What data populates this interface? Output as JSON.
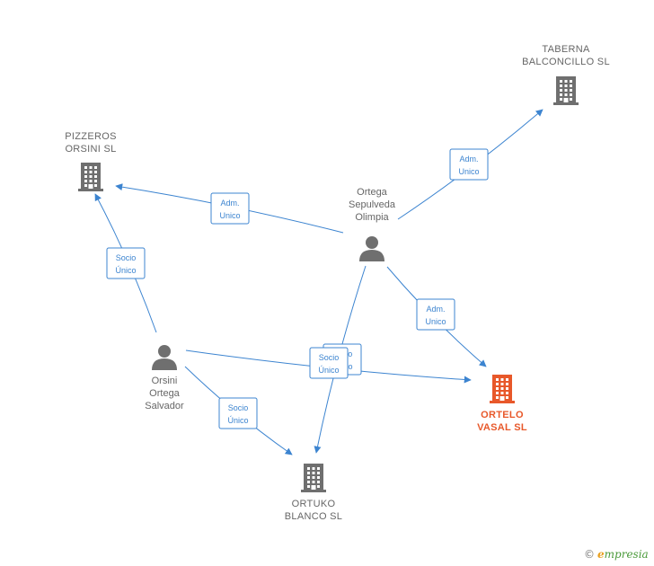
{
  "colors": {
    "edge": "#3c84d0",
    "company": "#6f6f6f",
    "highlight": "#e8582a",
    "person": "#6f6f6f"
  },
  "nodes": [
    {
      "id": "taberna",
      "type": "company",
      "label": [
        "TABERNA",
        "BALCONCILLO SL"
      ],
      "icon": "building-icon"
    },
    {
      "id": "pizzeros",
      "type": "company",
      "label": [
        "PIZZEROS",
        "ORSINI  SL"
      ],
      "icon": "building-icon"
    },
    {
      "id": "ortega",
      "type": "person",
      "label": [
        "Ortega",
        "Sepulveda",
        "Olimpia"
      ],
      "icon": "person-icon"
    },
    {
      "id": "orsini",
      "type": "person",
      "label": [
        "Orsini",
        "Ortega",
        "Salvador"
      ],
      "icon": "person-icon"
    },
    {
      "id": "ortelo",
      "type": "company",
      "highlight": true,
      "label": [
        "ORTELO",
        "VASAL  SL"
      ],
      "icon": "building-icon"
    },
    {
      "id": "ortuko",
      "type": "company",
      "label": [
        "ORTUKO",
        "BLANCO  SL"
      ],
      "icon": "building-icon"
    }
  ],
  "edges": [
    {
      "from": "ortega",
      "to": "taberna",
      "label": [
        "Adm.",
        "Unico"
      ]
    },
    {
      "from": "ortega",
      "to": "pizzeros",
      "label": [
        "Adm.",
        "Unico"
      ]
    },
    {
      "from": "ortega",
      "to": "ortelo",
      "label": [
        "Adm.",
        "Unico"
      ]
    },
    {
      "from": "ortega",
      "to": "ortuko",
      "label": [
        "Socio",
        "Único"
      ]
    },
    {
      "from": "orsini",
      "to": "pizzeros",
      "label": [
        "Socio",
        "Único"
      ]
    },
    {
      "from": "orsini",
      "to": "ortelo",
      "label": [
        "Socio",
        "Único"
      ]
    },
    {
      "from": "orsini",
      "to": "ortuko",
      "label": [
        "Socio",
        "Único"
      ]
    }
  ],
  "footer": {
    "copyright": "©",
    "brand_initial": "e",
    "brand_rest": "mpresia"
  }
}
